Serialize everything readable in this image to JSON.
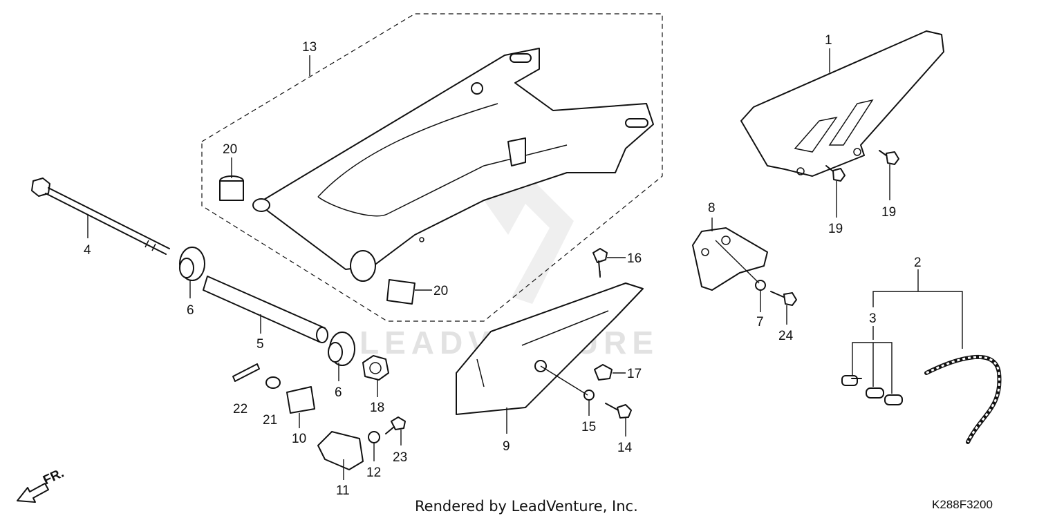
{
  "diagram": {
    "callouts": {
      "c1": "1",
      "c2": "2",
      "c3": "3",
      "c4": "4",
      "c5": "5",
      "c6a": "6",
      "c6b": "6",
      "c7": "7",
      "c8": "8",
      "c9": "9",
      "c10": "10",
      "c11": "11",
      "c12": "12",
      "c13": "13",
      "c14": "14",
      "c15": "15",
      "c16": "16",
      "c17": "17",
      "c18": "18",
      "c19a": "19",
      "c19b": "19",
      "c20a": "20",
      "c20b": "20",
      "c21": "21",
      "c22": "22",
      "c23": "23",
      "c24": "24"
    },
    "direction_label": "FR.",
    "watermark": "LEADVENTURE",
    "footer": "Rendered by LeadVenture, Inc.",
    "code": "K288F3200",
    "colors": {
      "line": "#111111",
      "background": "#ffffff",
      "watermark": "#e2e2e2"
    }
  }
}
